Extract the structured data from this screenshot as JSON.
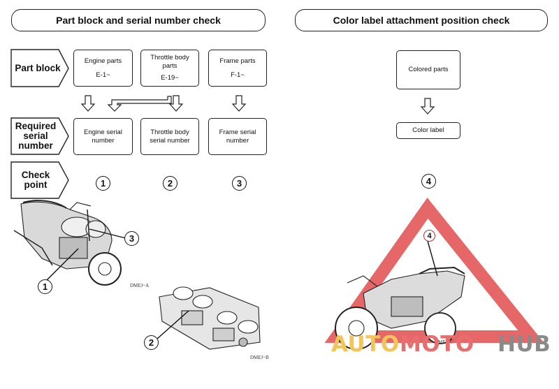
{
  "left_panel": {
    "title": "Part block and serial number check",
    "row_labels": {
      "part_block": "Part block",
      "required_serial": "Required serial number",
      "check_point": "Check point"
    },
    "part_blocks": [
      {
        "name": "Engine parts",
        "code": "E-1~"
      },
      {
        "name": "Throttle body parts",
        "code": "E-19~"
      },
      {
        "name": "Frame parts",
        "code": "F-1~"
      }
    ],
    "serials": [
      "Engine serial number",
      "Throttle body serial number",
      "Frame serial number"
    ],
    "check_points": [
      "1",
      "2",
      "3"
    ],
    "figure_callouts": {
      "motorcycle": [
        "3",
        "1"
      ],
      "throttle_body": "2"
    },
    "figure_captions": {
      "motorcycle": "DMEJ~A",
      "throttle_body": "DMEJ~B"
    }
  },
  "right_panel": {
    "title": "Color label attachment position check",
    "colored_parts": "Colored parts",
    "color_label": "Color label",
    "check_point": "4",
    "figure_callout": "4",
    "figure_caption": "DMEJ~C"
  },
  "watermark": {
    "parts": [
      "AUTO",
      "MOTO",
      "HUB"
    ],
    "colors": {
      "auto": "#f2c55a",
      "moto": "#e86d6d",
      "hub": "#8a8a8a",
      "triangle": "#e24c4c"
    }
  }
}
